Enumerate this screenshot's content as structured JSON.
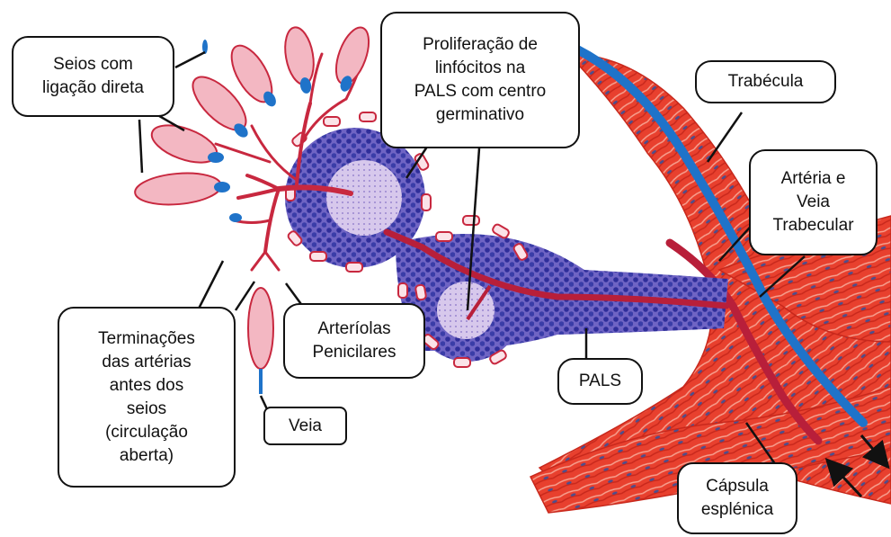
{
  "colors": {
    "vessel_red": "#d9334f",
    "vessel_dark": "#b81f3a",
    "trabecula_red": "#e8402e",
    "lymphocyte_blue": "#3a3da8",
    "germinal_lilac": "#c9b6e3",
    "vein_blue": "#1f73c9",
    "sinus_pink": "#f3b7c2"
  },
  "labels": {
    "seios": "Seios com\nligação direta",
    "proliferacao": "Proliferação de\nlinfócitos na\nPALS com centro\ngerminativo",
    "trabecula": "Trabécula",
    "arteria_veia": "Artéria e\nVeia\nTrabecular",
    "terminacoes": "Terminações\ndas artérias\nantes dos\nseios\n(circulação\naberta)",
    "arteriolas": "Arteríolas\nPenicilares",
    "pals": "PALS",
    "veia": "Veia",
    "capsula": "Cápsula\nesplénica"
  }
}
